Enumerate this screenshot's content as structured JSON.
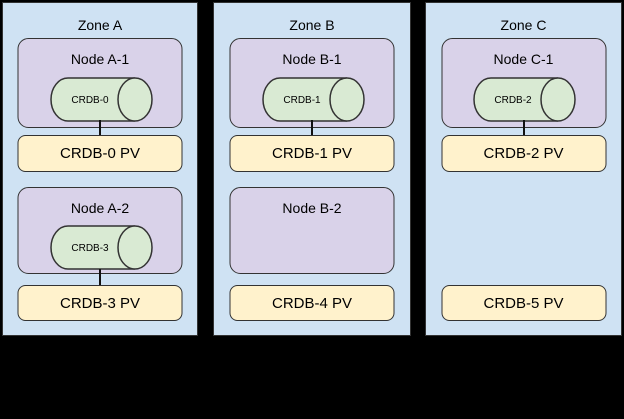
{
  "diagram": {
    "description": "Three availability zones with CockroachDB nodes, database pods and persistent volumes",
    "colors": {
      "background": "#000000",
      "zone_fill": "#cfe2f3",
      "node_fill": "#d9d2e9",
      "database_fill": "#d9ead3",
      "pv_fill": "#fff2cc",
      "border": "#333333"
    }
  },
  "zones": [
    {
      "title": "Zone A",
      "slots": [
        {
          "node_label": "Node A-1",
          "db_label": "CRDB-0",
          "pv_label": "CRDB-0 PV",
          "connected": true
        },
        {
          "node_label": "Node A-2",
          "db_label": "CRDB-3",
          "pv_label": "CRDB-3 PV",
          "connected": true
        }
      ]
    },
    {
      "title": "Zone B",
      "slots": [
        {
          "node_label": "Node B-1",
          "db_label": "CRDB-1",
          "pv_label": "CRDB-1 PV",
          "connected": true
        },
        {
          "node_label": "Node B-2",
          "db_label": null,
          "pv_label": "CRDB-4 PV",
          "connected": false
        }
      ]
    },
    {
      "title": "Zone C",
      "slots": [
        {
          "node_label": "Node C-1",
          "db_label": "CRDB-2",
          "pv_label": "CRDB-2 PV",
          "connected": true
        },
        {
          "node_label": null,
          "db_label": null,
          "pv_label": "CRDB-5 PV",
          "connected": false
        }
      ]
    }
  ]
}
